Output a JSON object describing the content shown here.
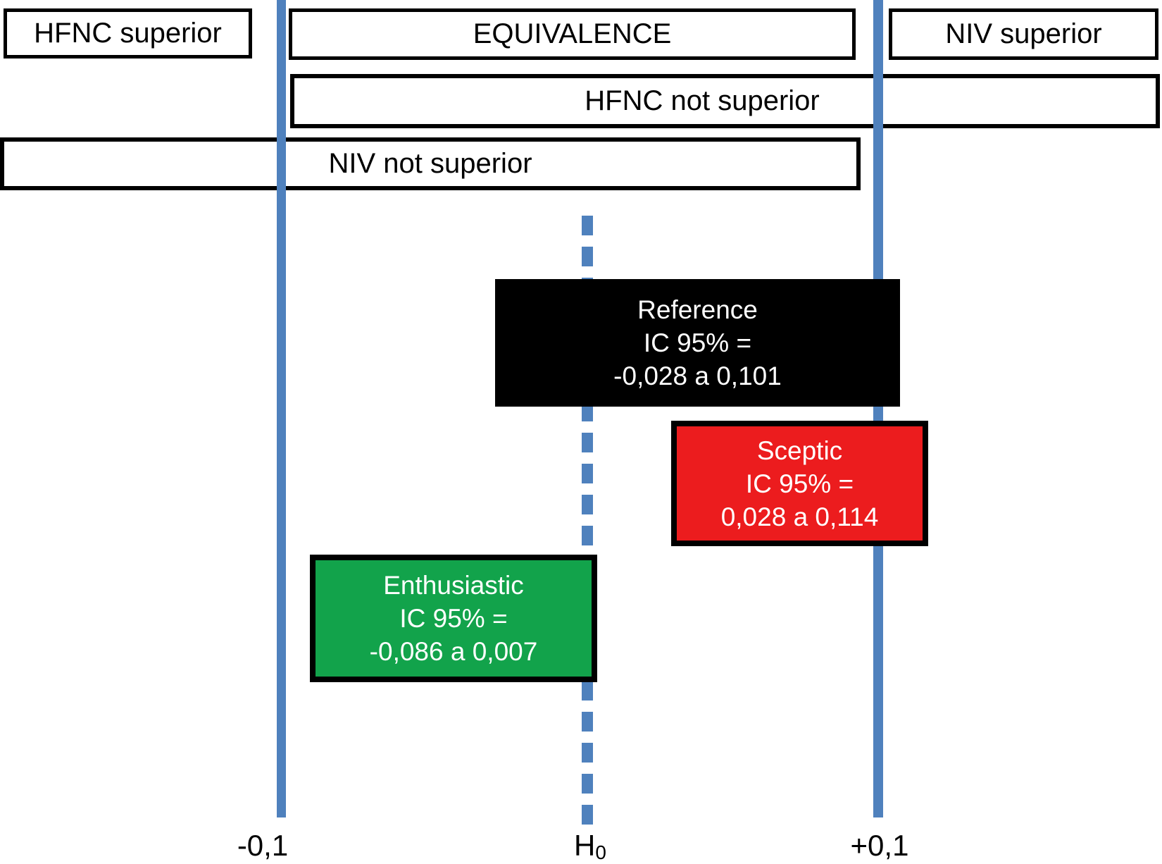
{
  "regions": {
    "hfnc_superior": "HFNC superior",
    "equivalence": "EQUIVALENCE",
    "niv_superior": "NIV superior",
    "hfnc_not_superior": "HFNC not superior",
    "niv_not_superior": "NIV not superior"
  },
  "ci": {
    "reference": {
      "title": "Reference",
      "line2": "IC 95% =",
      "line3": "-0,028 a 0,101"
    },
    "sceptic": {
      "title": "Sceptic",
      "line2": "IC 95% =",
      "line3": "0,028 a 0,114"
    },
    "enthusiastic": {
      "title": "Enthusiastic",
      "line2": "IC 95% =",
      "line3": "-0,086 a 0,007"
    }
  },
  "axis": {
    "left": "-0,1",
    "center_base": "H",
    "center_sub": "0",
    "right": "+0,1"
  },
  "colors": {
    "margin_line_blue": "#4f81bd",
    "reference_black": "#000000",
    "sceptic_red": "#ec1c1e",
    "enthusiastic_green": "#12a34b",
    "box_border_black": "#000000",
    "text_white": "#ffffff"
  },
  "chart_data": {
    "type": "bar",
    "subtype": "horizontal-confidence-intervals",
    "x_axis": {
      "ticks": [
        -0.1,
        0,
        0.1
      ],
      "tick_labels": [
        "-0,1",
        "H0",
        "+0,1"
      ],
      "h0_line": 0,
      "equivalence_margins": [
        -0.1,
        0.1
      ]
    },
    "series": [
      {
        "name": "Reference",
        "ci_95_low": -0.028,
        "ci_95_high": 0.101,
        "label": "IC 95% = -0,028 a 0,101",
        "color": "#000000"
      },
      {
        "name": "Sceptic",
        "ci_95_low": 0.028,
        "ci_95_high": 0.114,
        "label": "IC 95% = 0,028 a 0,114",
        "color": "#ec1c1e"
      },
      {
        "name": "Enthusiastic",
        "ci_95_low": -0.086,
        "ci_95_high": 0.007,
        "label": "IC 95% = -0,086 a 0,007",
        "color": "#12a34b"
      }
    ],
    "region_bands": [
      {
        "label": "HFNC superior"
      },
      {
        "label": "EQUIVALENCE"
      },
      {
        "label": "NIV superior"
      },
      {
        "label": "HFNC not superior"
      },
      {
        "label": "NIV not superior"
      }
    ],
    "legend_position": "none",
    "grid": false
  }
}
